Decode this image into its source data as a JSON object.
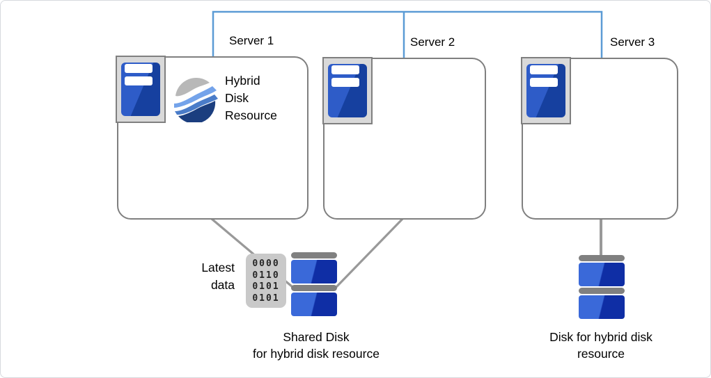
{
  "diagram": {
    "title_note": "",
    "servers": [
      {
        "label": "Server 1"
      },
      {
        "label": "Server 2"
      },
      {
        "label": "Server 3"
      }
    ],
    "hybrid_resource": {
      "lines": [
        "Hybrid",
        "Disk",
        "Resource"
      ]
    },
    "latest_data": {
      "lines": [
        "Latest",
        "data"
      ]
    },
    "shared_disk_caption": {
      "lines": [
        "Shared Disk",
        "for hybrid disk resource"
      ]
    },
    "hybrid_disk_caption": {
      "lines": [
        "Disk for hybrid disk",
        "resource"
      ]
    },
    "binary_block": {
      "rows": [
        "0000",
        "0110",
        "0101",
        "0101"
      ]
    },
    "colors": {
      "interconnect_blue": "#5B9BD5",
      "connector_gray": "#999999",
      "box_border_gray": "#7F7F7F",
      "server_blue_light": "#2E5CC8",
      "server_blue_dark": "#16409F",
      "disk_blue_light": "#3A69D9",
      "disk_blue_dark": "#0F2EA5",
      "disk_bar_gray": "#808080",
      "binary_bg_gray": "#C9C9C9",
      "sphere_gray": "#B8B8B8",
      "sphere_light_blue": "#74A3EA",
      "sphere_mid_blue": "#4A7CC9",
      "sphere_dark_blue": "#1B3E7F"
    }
  }
}
